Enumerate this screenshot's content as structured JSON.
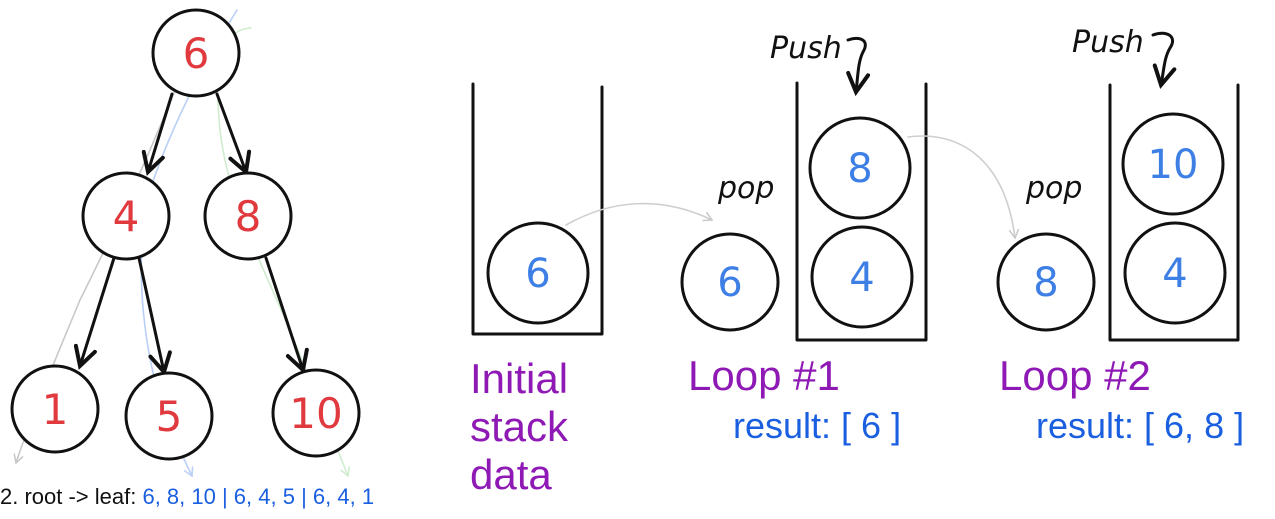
{
  "tree": {
    "nodes": [
      {
        "id": "n6",
        "value": "6"
      },
      {
        "id": "n4",
        "value": "4"
      },
      {
        "id": "n8",
        "value": "8"
      },
      {
        "id": "n1",
        "value": "1"
      },
      {
        "id": "n5",
        "value": "5"
      },
      {
        "id": "n10",
        "value": "10"
      }
    ],
    "edges": [
      {
        "from": "6",
        "to": "4"
      },
      {
        "from": "6",
        "to": "8"
      },
      {
        "from": "4",
        "to": "1"
      },
      {
        "from": "4",
        "to": "5"
      },
      {
        "from": "8",
        "to": "10"
      }
    ],
    "traversal_colors": {
      "path_1": "#c8c8c8",
      "path_2": "#b9cff5",
      "path_3": "#cfeccf"
    },
    "value_color": "#e0393e"
  },
  "caption": {
    "prefix": "2. root -> leaf: ",
    "paths": "6, 8, 10 | 6, 4, 5 | 6, 4, 1"
  },
  "stages": [
    {
      "title_lines": [
        "Initial",
        "stack",
        "data"
      ],
      "stack": [
        "6"
      ],
      "popped": null,
      "pop_label": null,
      "push_label": null,
      "result": null
    },
    {
      "title": "Loop #1",
      "stack": [
        "4",
        "8"
      ],
      "popped": "6",
      "pop_label": "pop",
      "push_label": "Push",
      "result": "result: [ 6 ]"
    },
    {
      "title": "Loop #2",
      "stack": [
        "4",
        "10"
      ],
      "popped": "8",
      "pop_label": "pop",
      "push_label": "Push",
      "result": "result: [ 6, 8 ]"
    }
  ],
  "colors": {
    "title": "#8e19b4",
    "result": "#1a5fe0",
    "stack_value": "#3e7fe6",
    "outline": "#111111",
    "transfer_arrow": "#cfcfcf"
  }
}
